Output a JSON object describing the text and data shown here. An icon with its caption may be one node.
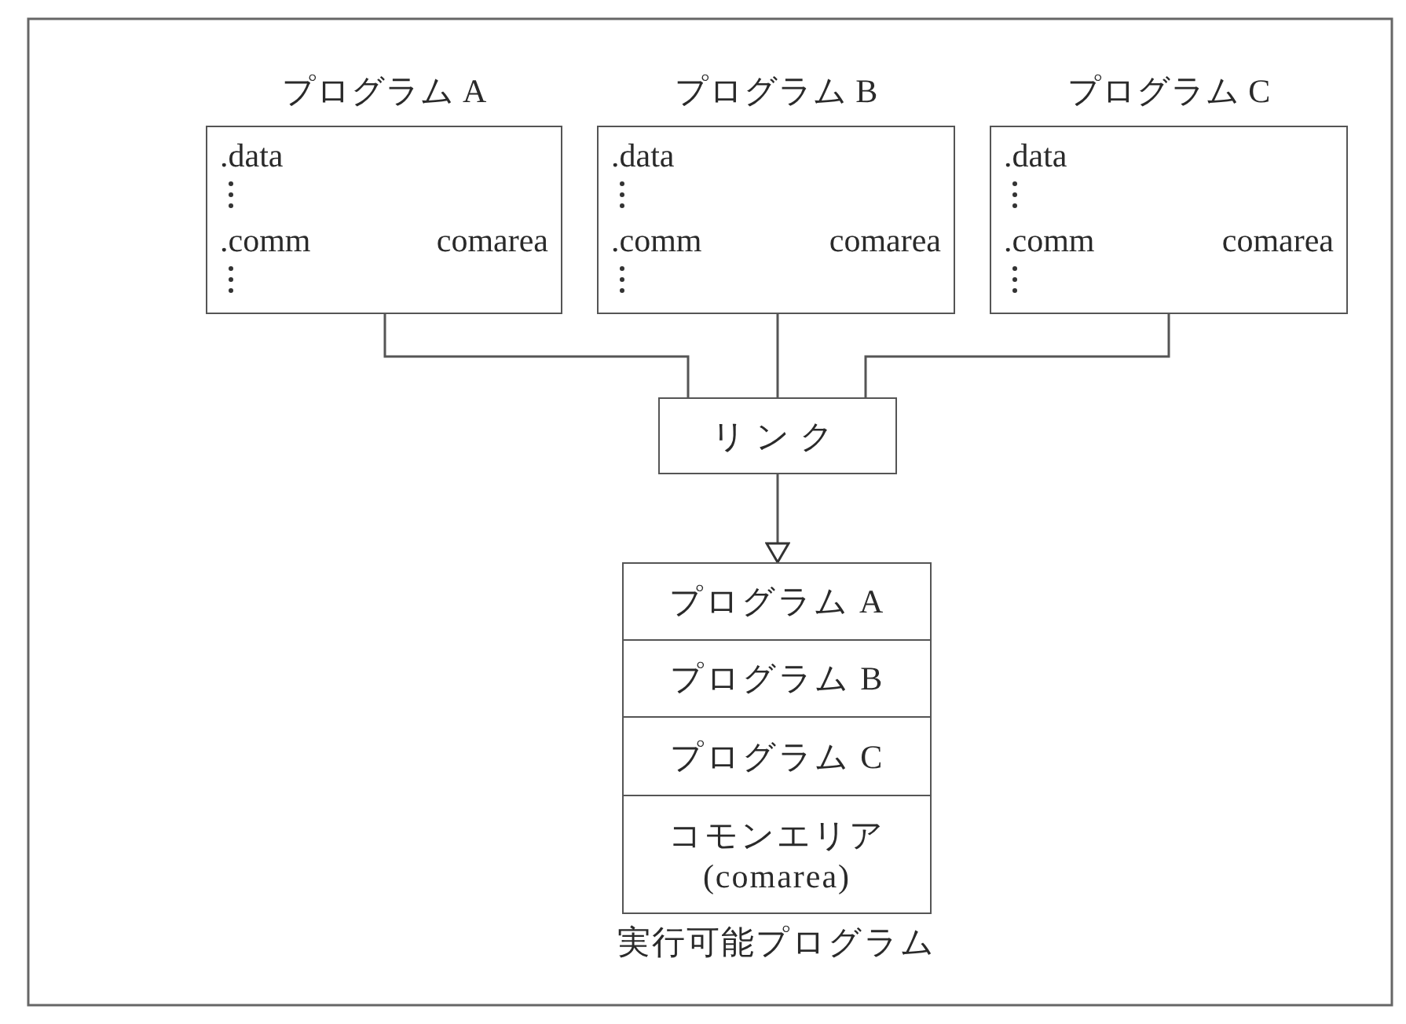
{
  "diagram": {
    "nodes": [
      {
        "text": [
          "プログラム A",
          ".data",
          ".comm",
          "comarea"
        ]
      },
      {
        "text": [
          "プログラム B",
          ".data",
          ".comm",
          "comarea"
        ]
      },
      {
        "text": [
          "プログラム C",
          ".data",
          ".comm",
          "comarea"
        ]
      },
      {
        "text": [
          "リンク"
        ]
      },
      {
        "text": [
          "実行可能プログラム"
        ]
      },
      {
        "text": [
          "プログラム A"
        ],
        "in": 4
      },
      {
        "text": [
          "プログラム B"
        ],
        "in": 4
      },
      {
        "text": [
          "プログラム C"
        ],
        "in": 4
      },
      {
        "text": [
          "コモンエリア (comarea)"
        ],
        "in": 4
      }
    ],
    "edges": [
      {
        "from": 0,
        "to": 3,
        "arrow": "none"
      },
      {
        "from": 1,
        "to": 3,
        "arrow": "none"
      },
      {
        "from": 2,
        "to": 3,
        "arrow": "none"
      },
      {
        "from": 3,
        "to": 4,
        "arrow": "to"
      }
    ]
  }
}
